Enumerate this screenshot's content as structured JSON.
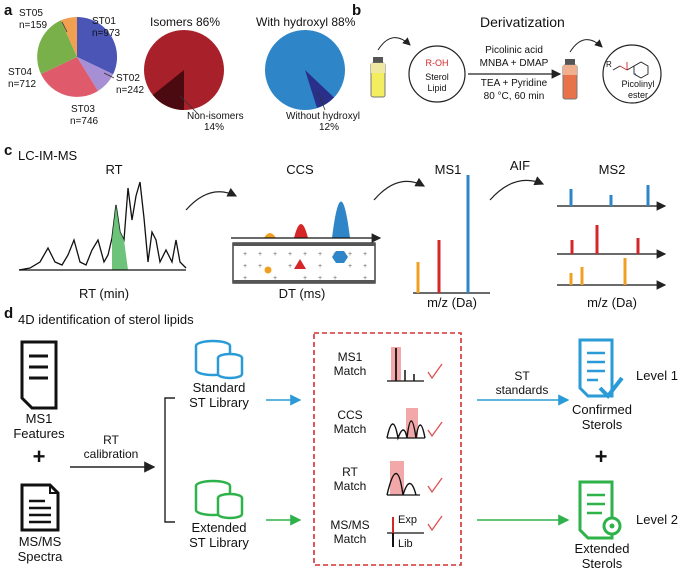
{
  "colors": {
    "st01": "#4a55b5",
    "st02": "#a78fd6",
    "st03": "#df5a6a",
    "st04": "#79b04a",
    "st05": "#f0a050",
    "isomers": "#a8202a",
    "non_isomers": "#4a0a10",
    "hydroxyl": "#2e86c9",
    "no_hydroxyl": "#2a2f8a",
    "blue": "#2e86c9",
    "red": "#d62728",
    "orange": "#f0a020",
    "green": "#5cbd6a",
    "std_blue": "#2a9bd6",
    "ext_green": "#2eb24a",
    "check_red": "#e05050",
    "dashed_box": "#d23030"
  },
  "panel_a": {
    "label": "a",
    "pie1": {
      "slices": [
        {
          "name": "ST01",
          "n": "n=973"
        },
        {
          "name": "ST02",
          "n": "n=242"
        },
        {
          "name": "ST03",
          "n": "n=746"
        },
        {
          "name": "ST04",
          "n": "n=712"
        },
        {
          "name": "ST05",
          "n": "n=159"
        }
      ]
    },
    "pie2": {
      "top_label": "Isomers 86%",
      "bottom_label_1": "Non-isomers",
      "bottom_label_2": "14%"
    },
    "pie3": {
      "top_label": "With hydroxyl 88%",
      "bottom_label_1": "Without hydroxyl",
      "bottom_label_2": "12%"
    }
  },
  "panel_b": {
    "label": "b",
    "title": "Derivatization",
    "reactant_group": "R-OH",
    "reactant_1": "Sterol",
    "reactant_2": "Lipid",
    "reagent_1": "Picolinic acid",
    "reagent_2": "MNBA + DMAP",
    "condition_1": "TEA + Pyridine",
    "condition_2": "80 °C, 60 min",
    "product_1": "Picolinyl",
    "product_2": "ester"
  },
  "panel_c": {
    "label": "c",
    "title": "LC-IM-MS",
    "rt": {
      "title": "RT",
      "axis": "RT (min)"
    },
    "ccs": {
      "title": "CCS",
      "axis": "DT (ms)"
    },
    "ms1": {
      "title": "MS1",
      "axis": "m/z (Da)"
    },
    "aif": "AIF",
    "ms2": {
      "title": "MS2",
      "axis": "m/z (Da)"
    }
  },
  "panel_d": {
    "label": "d",
    "title": "4D identification of sterol lipids",
    "ms1_features_1": "MS1",
    "ms1_features_2": "Features",
    "plus": "+",
    "msms_1": "MS/MS",
    "msms_2": "Spectra",
    "rt_calibration_1": "RT",
    "rt_calibration_2": "calibration",
    "standard_lib_1": "Standard",
    "standard_lib_2": "ST Library",
    "extended_lib_1": "Extended",
    "extended_lib_2": "ST Library",
    "matches": [
      {
        "line1": "MS1",
        "line2": "Match"
      },
      {
        "line1": "CCS",
        "line2": "Match"
      },
      {
        "line1": "RT",
        "line2": "Match"
      },
      {
        "line1": "MS/MS",
        "line2": "Match"
      }
    ],
    "exp": "Exp",
    "lib": "Lib",
    "st_standards_1": "ST",
    "st_standards_2": "standards",
    "confirmed_1": "Confirmed",
    "confirmed_2": "Sterols",
    "extended_1": "Extended",
    "extended_2": "Sterols",
    "level1": "Level 1",
    "level2": "Level 2",
    "plus_right": "+"
  }
}
